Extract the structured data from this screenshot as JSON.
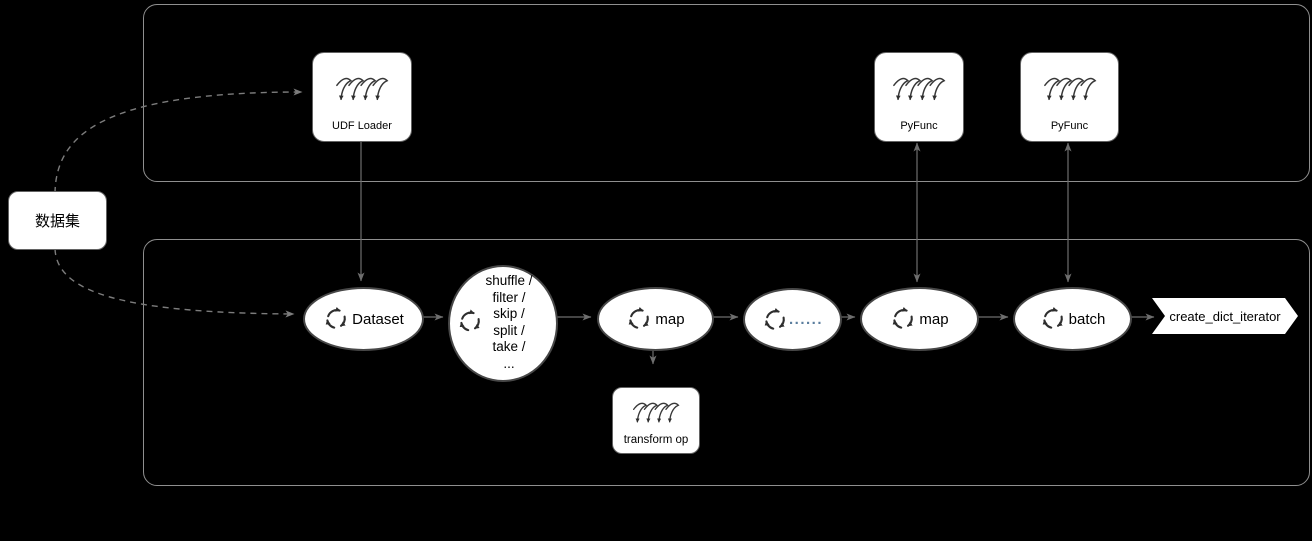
{
  "diagram": {
    "description_language": "dataset pipeline diagram",
    "colors": {
      "background": "#000000",
      "container_border": "#8f8f8f",
      "shape_fill": "#ffffff",
      "shape_border": "#474747",
      "arrow": "#6e6e6e",
      "dashed_arrow": "#7c7c7c",
      "text": "#000000",
      "ellipsis_text": "#5b7e9e"
    },
    "nodes": {
      "dataset_source": {
        "label": "数据集"
      },
      "udf_loader": {
        "label": "UDF Loader"
      },
      "pyfunc_map": {
        "label": "PyFunc"
      },
      "pyfunc_batch": {
        "label": "PyFunc"
      },
      "dataset": {
        "label": "Dataset"
      },
      "ops_circle": {
        "lines": [
          "shuffle /",
          "filter /",
          "skip /",
          "split /",
          "take /",
          "..."
        ]
      },
      "map1": {
        "label": "map"
      },
      "ellipsis": {
        "label": "......"
      },
      "map2": {
        "label": "map"
      },
      "batch": {
        "label": "batch"
      },
      "transform_op": {
        "label": "transform op"
      },
      "iterator": {
        "label": "create_dict_iterator"
      }
    },
    "edges": [
      "dataset_source --dashed--> udf_loader",
      "dataset_source --dashed--> dataset",
      "udf_loader --> dataset",
      "dataset --> ops_circle",
      "ops_circle --> map1",
      "map1 --> ellipsis",
      "ellipsis --> map2",
      "map2 --> batch",
      "batch --> iterator",
      "map1 --> transform_op",
      "map2 <--> pyfunc_map",
      "batch <--> pyfunc_batch"
    ]
  }
}
